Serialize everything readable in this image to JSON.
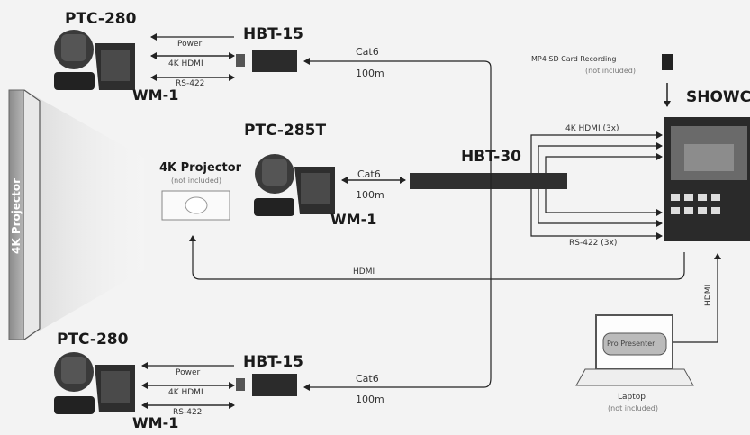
{
  "devices": {
    "ptc280_top": "PTC-280",
    "ptc280_bottom": "PTC-280",
    "ptc285t": "PTC-285T",
    "wm1_top": "WM-1",
    "wm1_mid": "WM-1",
    "wm1_bottom": "WM-1",
    "hbt15_top": "HBT-15",
    "hbt15_bottom": "HBT-15",
    "hbt30": "HBT-30",
    "showcase": "SHOWC",
    "projector_screen": "4K Projector",
    "projector": "4K Projector",
    "projector_note": "(not included)",
    "laptop": "Laptop",
    "laptop_note": "(not included)",
    "laptop_screen": "Pro Presenter",
    "sd_card": "MP4 SD Card Recording",
    "sd_note": "(not included)"
  },
  "links": {
    "power_top": "Power",
    "hdmi_top": "4K HDMI",
    "rs422_top": "RS-422",
    "power_bottom": "Power",
    "hdmi_bottom": "4K HDMI",
    "rs422_bottom": "RS-422",
    "cat6_top": "Cat6",
    "len_top": "100m",
    "cat6_mid": "Cat6",
    "len_mid": "100m",
    "cat6_bottom": "Cat6",
    "len_bottom": "100m",
    "hdmi_3x": "4K HDMI (3x)",
    "rs422_3x": "RS-422 (3x)",
    "hdmi_proj": "HDMI",
    "hdmi_laptop": "HDMI"
  }
}
